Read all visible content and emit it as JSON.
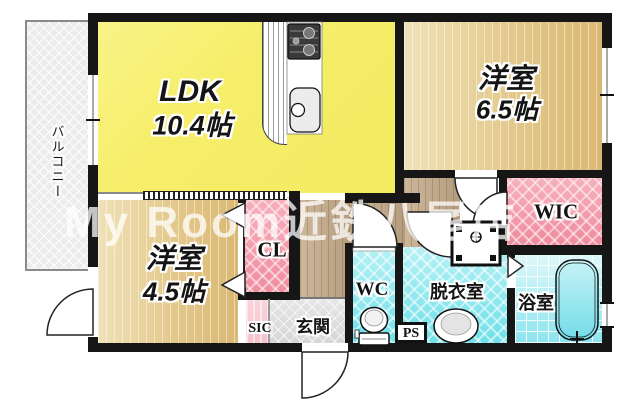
{
  "floorplan": {
    "watermark": "My Room近鉄八尾店",
    "rooms": {
      "ldk": {
        "name": "LDK",
        "size": "10.4帖"
      },
      "bedroom1": {
        "name": "洋室",
        "size": "6.5帖"
      },
      "bedroom2": {
        "name": "洋室",
        "size": "4.5帖"
      },
      "wic": {
        "name": "WIC"
      },
      "cl": {
        "name": "CL"
      },
      "sic": {
        "name": "SIC"
      },
      "wc": {
        "name": "WC"
      },
      "dressing": {
        "name": "脱衣室"
      },
      "bath": {
        "name": "浴室"
      },
      "entrance": {
        "name": "玄関"
      },
      "ps": {
        "name": "PS"
      },
      "balcony": {
        "name": "バルコニー"
      }
    },
    "colors": {
      "wall": "#161616",
      "ldk": "#f6ee69",
      "tatami_floor": "#e3c88b",
      "hall_wood": "#bfa88a",
      "closet_pink": "#f59fae",
      "wet_cyan": "#8fe9ef",
      "bath_tile": "#aeeef2",
      "entrance_gray": "#dedede"
    }
  }
}
